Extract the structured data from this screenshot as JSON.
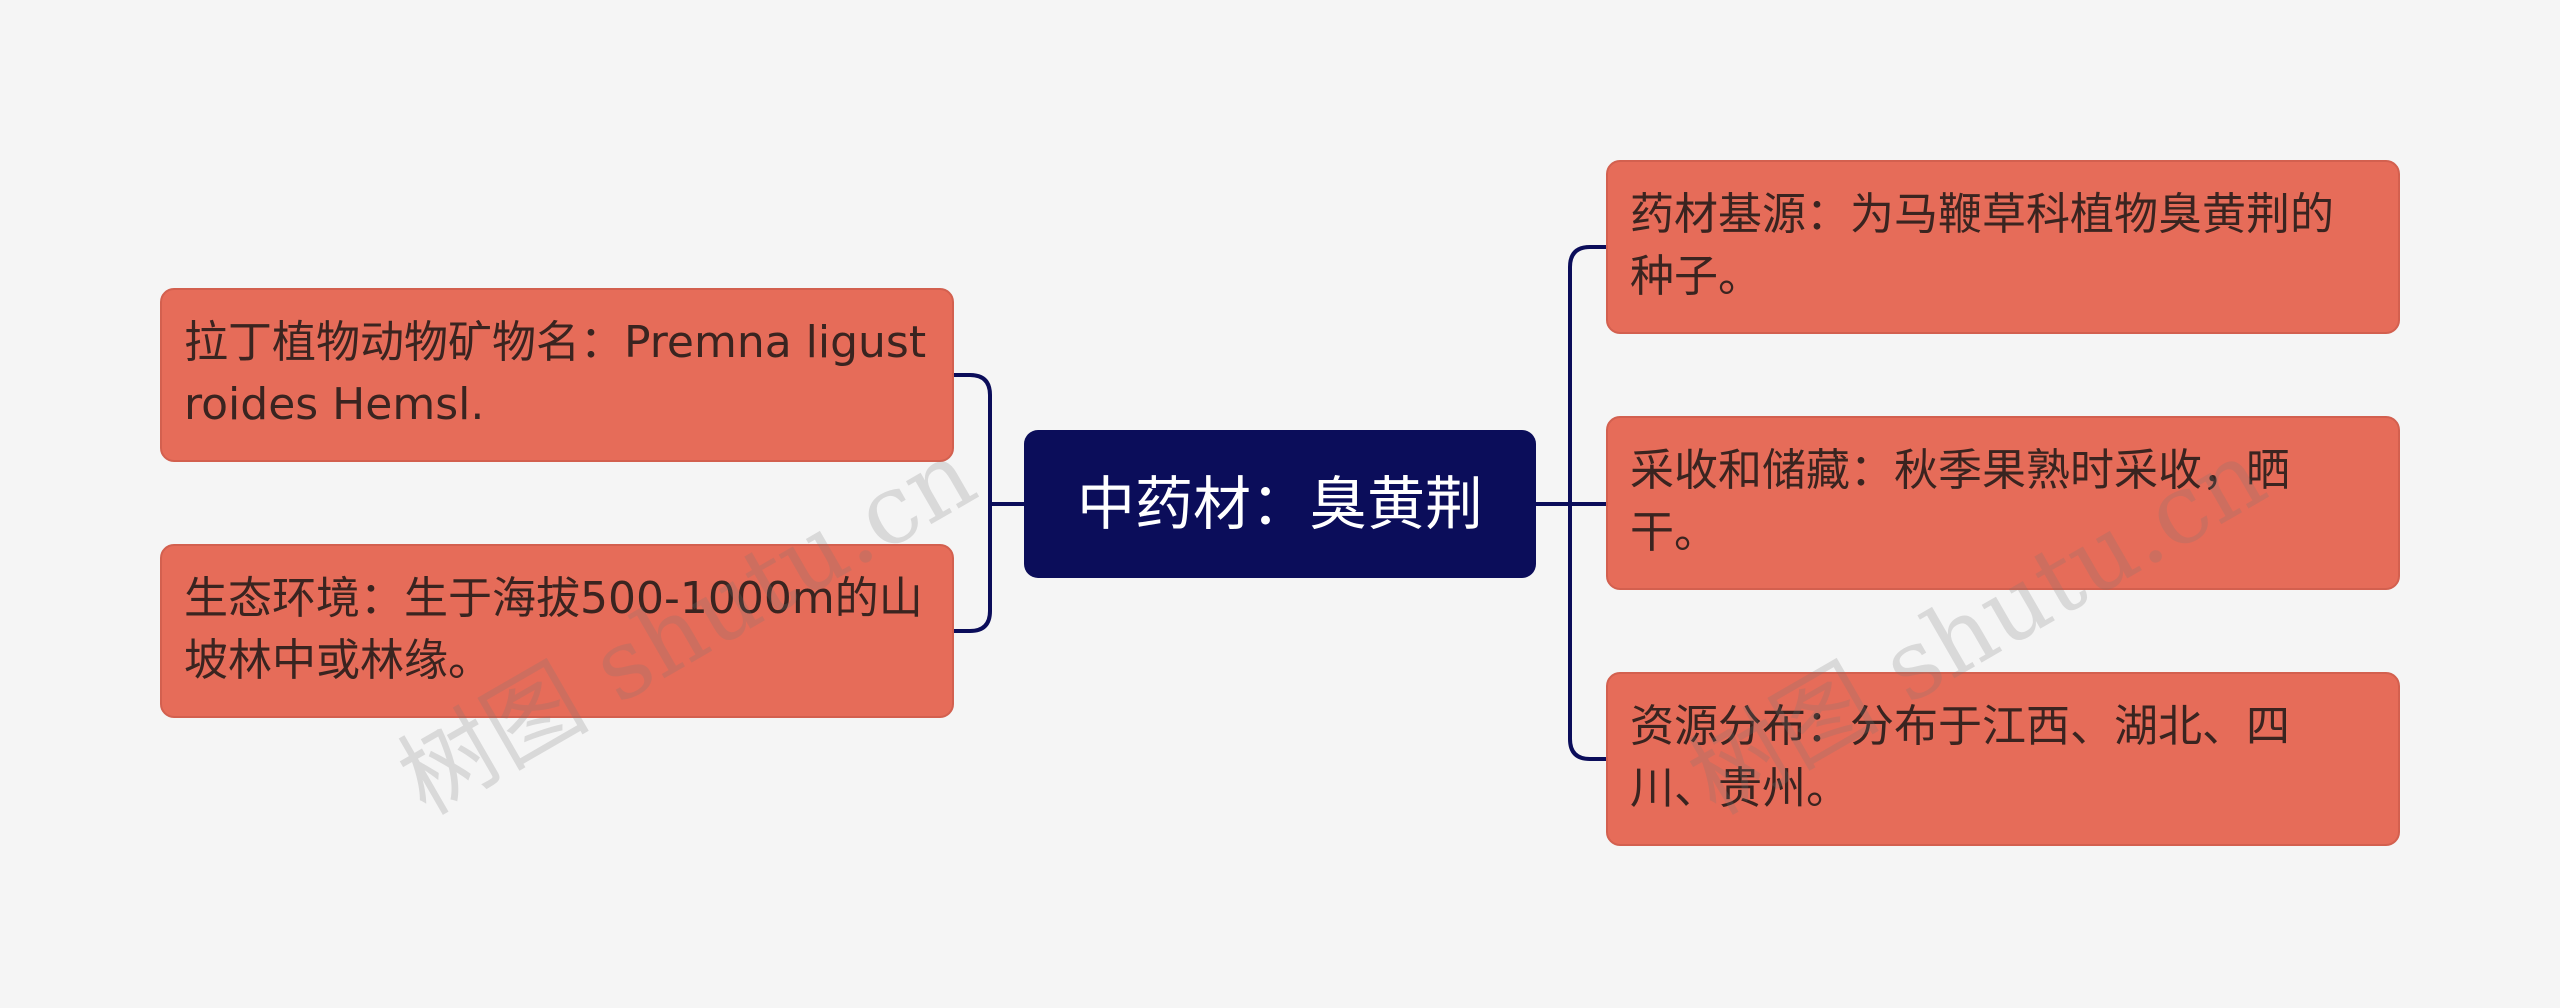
{
  "root": {
    "label": "中药材：臭黄荆"
  },
  "left_branches": [
    {
      "label": "拉丁植物动物矿物名：Premna ligustroides Hemsl."
    },
    {
      "label": "生态环境：生于海拔500-1000m的山坡林中或林缘。"
    }
  ],
  "right_branches": [
    {
      "label": "药材基源：为马鞭草科植物臭黄荆的种子。"
    },
    {
      "label": "采收和储藏：秋季果熟时采收，晒干。"
    },
    {
      "label": "资源分布：分布于江西、湖北、四川、贵州。"
    }
  ],
  "watermark": {
    "text": "树图 shutu.cn"
  },
  "colors": {
    "background": "#f5f5f5",
    "root_fill": "#0b0d5a",
    "branch_fill": "#e66c59",
    "connector": "#0b0d5a"
  }
}
